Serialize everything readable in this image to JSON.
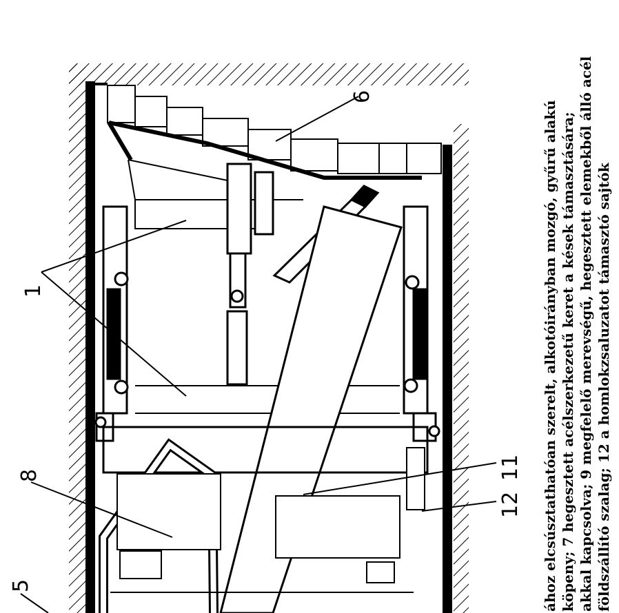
{
  "figure_labels": {
    "l5": "5",
    "l8": "8",
    "l1": "1",
    "l6": "6",
    "l11": "11",
    "l12": "12"
  },
  "caption": {
    "line1": "ához elcsúsztathatóan szerelt, alkotóirányban mozgó, gyűrű alakú",
    "line2": "köpeny; 7 hegesztett acélszerkezetű keret a kések támasztására;",
    "line3": "akkal kapcsolva; 9 megfelelő merevségű, hegesztett elemekből álló acél",
    "line4": "földszállító szalag; 12 a homlokzsaluzatot támasztó sajtók"
  }
}
